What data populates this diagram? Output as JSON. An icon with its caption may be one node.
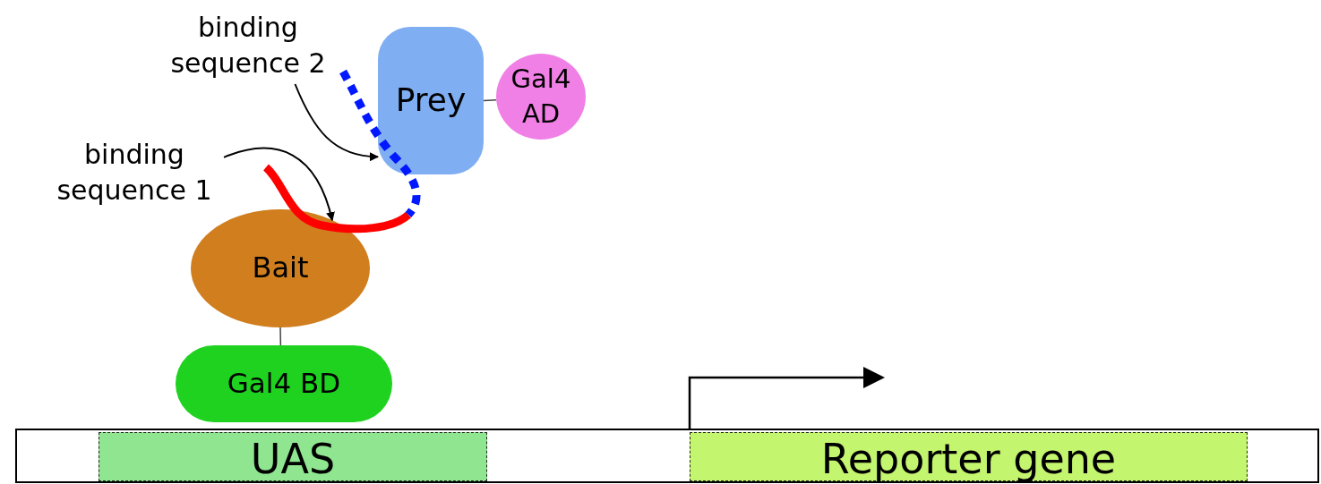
{
  "diagram": {
    "nodes": [
      {
        "text": [
          "binding sequence 1"
        ]
      },
      {
        "text": [
          "binding sequence 2"
        ]
      },
      {
        "text": [
          "Prey"
        ]
      },
      {
        "text": [
          "Gal4 AD"
        ]
      },
      {
        "text": [
          "Bait"
        ]
      },
      {
        "text": [
          "Gal4 BD"
        ]
      },
      {
        "text": [],
        "shape": "bar"
      },
      {
        "text": [
          "UAS"
        ],
        "in": 6
      },
      {
        "text": [
          "Reporter gene"
        ],
        "in": 6
      }
    ],
    "edges": [
      {
        "from": 0,
        "to": 4,
        "arrow": "to"
      },
      {
        "from": 1,
        "to": 2,
        "arrow": "to"
      },
      {
        "from": 2,
        "to": 3,
        "arrow": "none"
      },
      {
        "from": 4,
        "to": 5,
        "arrow": "none"
      }
    ]
  }
}
